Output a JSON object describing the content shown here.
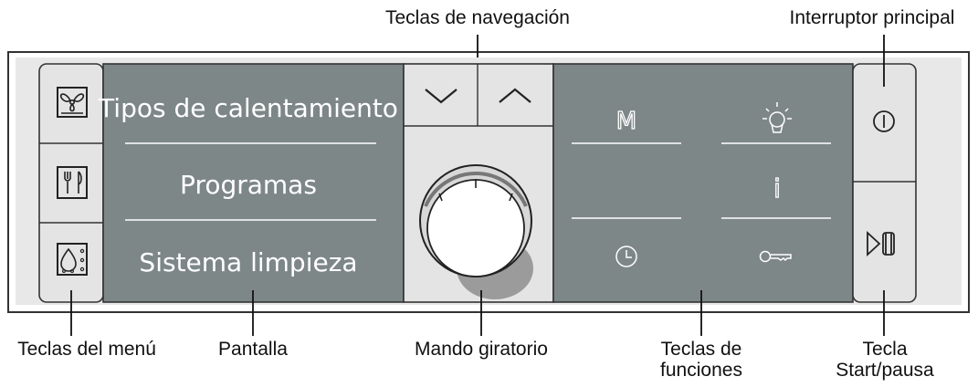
{
  "callouts": {
    "nav_keys": "Teclas de navegación",
    "main_switch": "Interruptor principal",
    "menu_keys": "Teclas del menú",
    "display": "Pantalla",
    "rotary": "Mando giratorio",
    "function_keys_line1": "Teclas de",
    "function_keys_line2": "funciones",
    "start_line1": "Tecla",
    "start_line2": "Start/pausa"
  },
  "display": {
    "line1": "Tipos de calentamiento",
    "line2": "Programas",
    "line3": "Sistema limpieza"
  },
  "function_glyphs": {
    "menu": "M",
    "info": "i"
  },
  "icons": [
    "fan-heating-icon",
    "cutlery-icon",
    "cleaning-drop-icon",
    "chevron-down-icon",
    "chevron-up-icon",
    "menu-m-icon",
    "light-icon",
    "info-icon",
    "clock-icon",
    "key-icon",
    "power-icon",
    "play-pause-icon"
  ],
  "colors": {
    "panel_frame": "#e8e8e8",
    "display_gray": "#7e8788",
    "button_light": "#e4e4e4",
    "outline": "#333333",
    "text_dark": "#111111",
    "text_light": "#ffffff"
  }
}
